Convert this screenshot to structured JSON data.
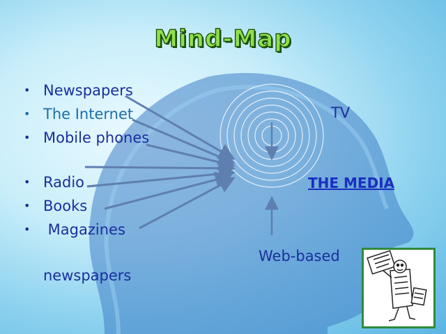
{
  "title": "Mind-Map",
  "items": [
    {
      "text": "Newspapers"
    },
    {
      "text": "The Internet"
    },
    {
      "text": "Mobile phones"
    },
    {
      "text": "Radio"
    },
    {
      "text": "Books"
    },
    {
      "text": " Magazines"
    }
  ],
  "nodes": {
    "tv": "TV",
    "media": "THE MEDIA",
    "web_line1": "Web-based",
    "web_line2": "newspapers"
  },
  "colors": {
    "text": "#1a2f9c",
    "internet": "#1b6fa8",
    "title_fill": "#8fe04a",
    "title_stroke": "#1b4f0f",
    "arrow": "#5f7fb0",
    "frame": "#2f8a3a"
  },
  "icons": [
    "head-silhouette",
    "concentric-rings",
    "newspaper-cartoon"
  ]
}
